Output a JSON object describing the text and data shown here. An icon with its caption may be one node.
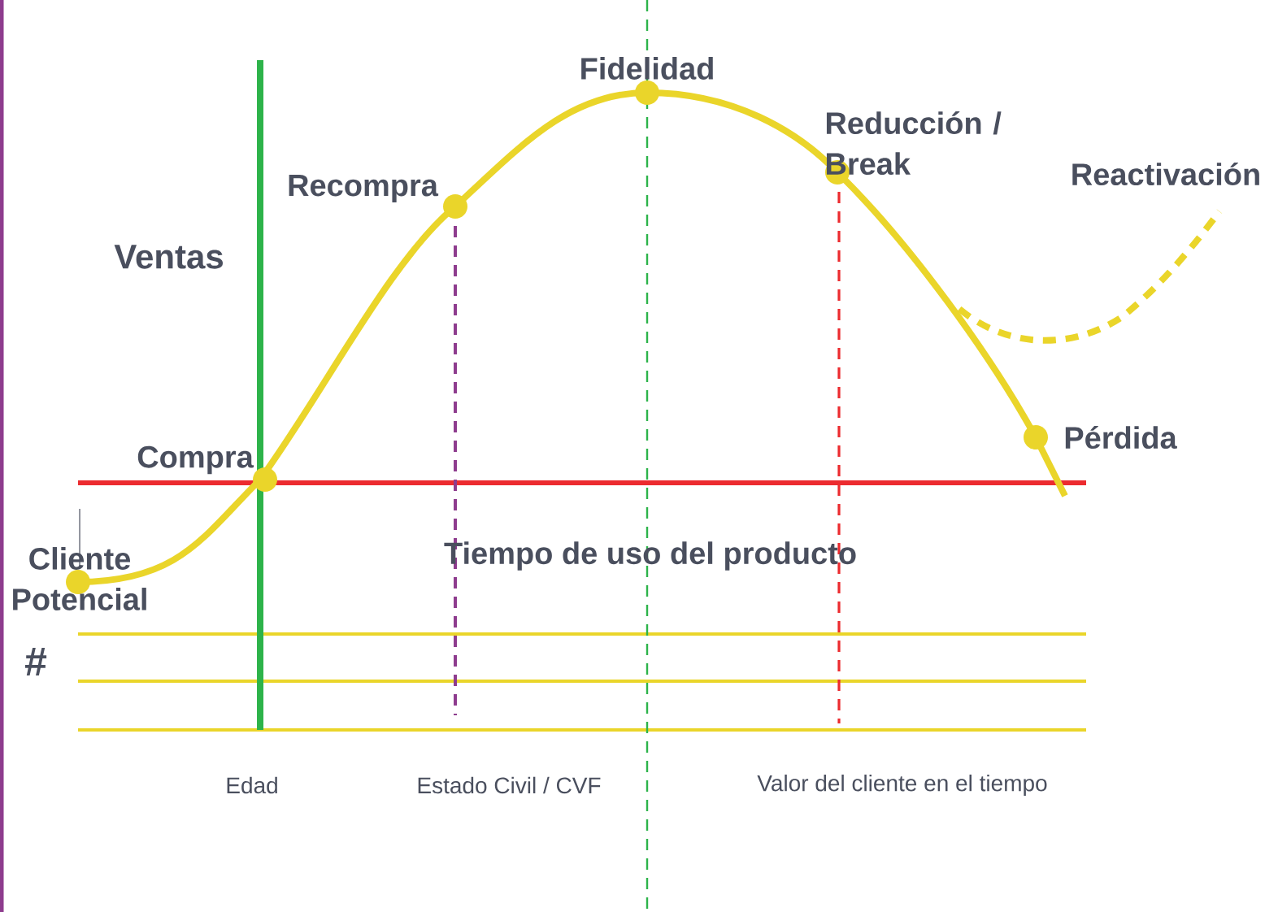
{
  "diagram": {
    "labels": [
      "Fidelidad",
      "Reducción / Break",
      "Reactivación",
      "Recompra",
      "Ventas",
      "Compra",
      "Pérdida",
      "Cliente Potencial",
      "Tiempo de uso del producto",
      "#",
      "Edad",
      "Estado Civil / CVF",
      "Valor del cliente en el tiempo"
    ]
  }
}
